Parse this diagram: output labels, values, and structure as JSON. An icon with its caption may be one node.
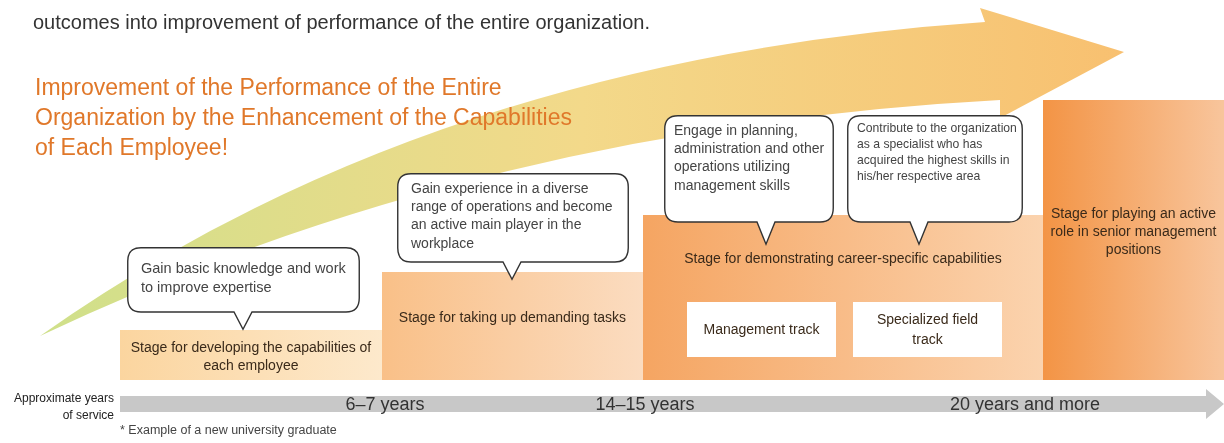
{
  "diagram": {
    "title": "Improvement of the Performance of the Entire Organization by the Enhancement of the Capabilities of Each Employee!",
    "nodes": [
      {
        "text": [
          "Stage for developing the capabilities of each employee"
        ]
      },
      {
        "text": [
          "Stage for taking up demanding tasks"
        ]
      },
      {
        "text": [
          "Stage for demonstrating career-specific capabilities"
        ]
      },
      {
        "text": [
          "Management track"
        ],
        "in": 2
      },
      {
        "text": [
          "Specialized field track"
        ],
        "in": 2
      },
      {
        "text": [
          "Stage for playing an active role in senior management positions"
        ]
      },
      {
        "text": [
          "Gain basic knowledge and work to improve expertise"
        ]
      },
      {
        "text": [
          "Gain experience in a diverse range of operations and become an active main player in the workplace"
        ]
      },
      {
        "text": [
          "Engage in planning, administration and other operations utilizing management skills"
        ]
      },
      {
        "text": [
          "Contribute to the organization as a specialist who has acquired the highest skills in his/her respective area"
        ]
      }
    ],
    "labels": [
      "outcomes into improvement of performance of the entire organization.",
      "Approximate years of service",
      "6–7 years",
      "14–15 years",
      "20 years and more",
      "* Example of a new university graduate"
    ]
  }
}
